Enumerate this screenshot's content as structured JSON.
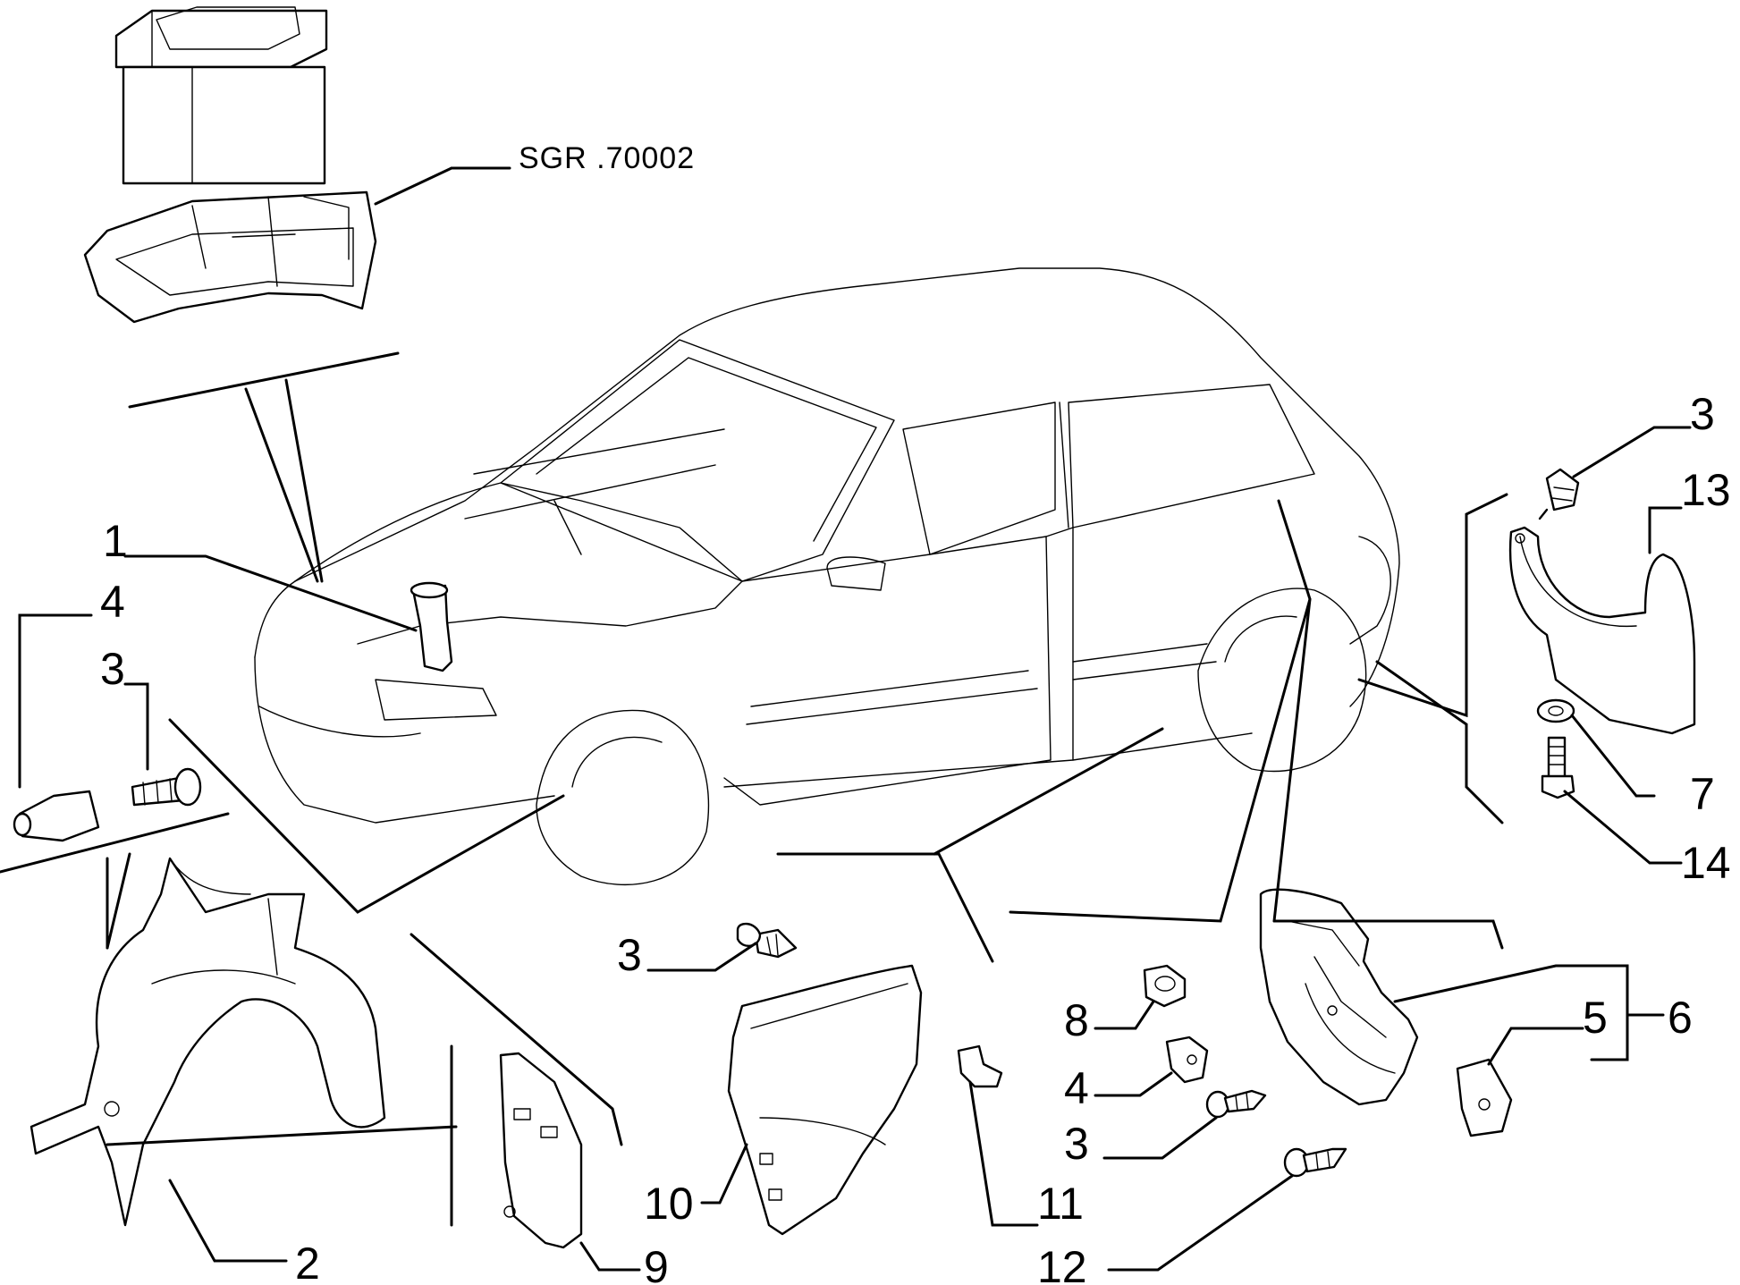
{
  "diagram": {
    "reference": "SGR .70002",
    "callouts": [
      {
        "id": "c1",
        "label": "1"
      },
      {
        "id": "c4-left",
        "label": "4"
      },
      {
        "id": "c3-left",
        "label": "3"
      },
      {
        "id": "c2",
        "label": "2"
      },
      {
        "id": "c9",
        "label": "9"
      },
      {
        "id": "c3-mid",
        "label": "3"
      },
      {
        "id": "c10",
        "label": "10"
      },
      {
        "id": "c11",
        "label": "11"
      },
      {
        "id": "c8",
        "label": "8"
      },
      {
        "id": "c4-mid",
        "label": "4"
      },
      {
        "id": "c3-lower",
        "label": "3"
      },
      {
        "id": "c12",
        "label": "12"
      },
      {
        "id": "c5",
        "label": "5"
      },
      {
        "id": "c6",
        "label": "6"
      },
      {
        "id": "c3-right",
        "label": "3"
      },
      {
        "id": "c13",
        "label": "13"
      },
      {
        "id": "c7",
        "label": "7"
      },
      {
        "id": "c14",
        "label": "14"
      }
    ]
  }
}
